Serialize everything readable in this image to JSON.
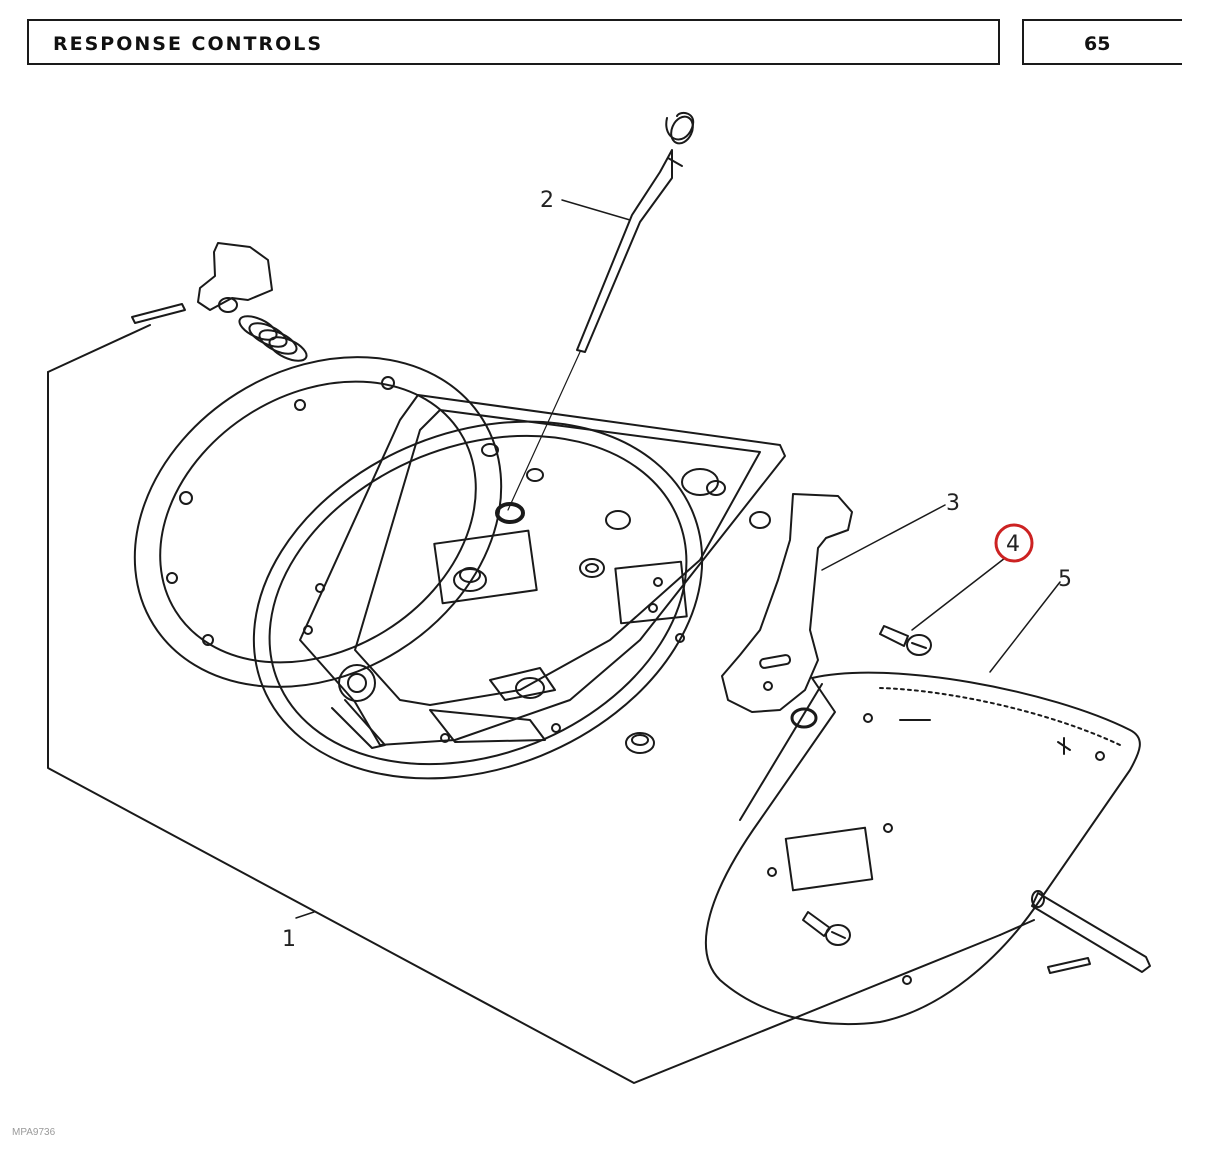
{
  "header": {
    "title": "RESPONSE CONTROLS",
    "page_number": "65"
  },
  "callouts": [
    {
      "id": "1",
      "label": "1"
    },
    {
      "id": "2",
      "label": "2"
    },
    {
      "id": "3",
      "label": "3"
    },
    {
      "id": "4",
      "label": "4",
      "highlighted": true
    },
    {
      "id": "5",
      "label": "5"
    }
  ],
  "colors": {
    "line": "#1a1a1a",
    "highlight": "#cc2222"
  },
  "footer": {
    "code": "MPA9736"
  }
}
